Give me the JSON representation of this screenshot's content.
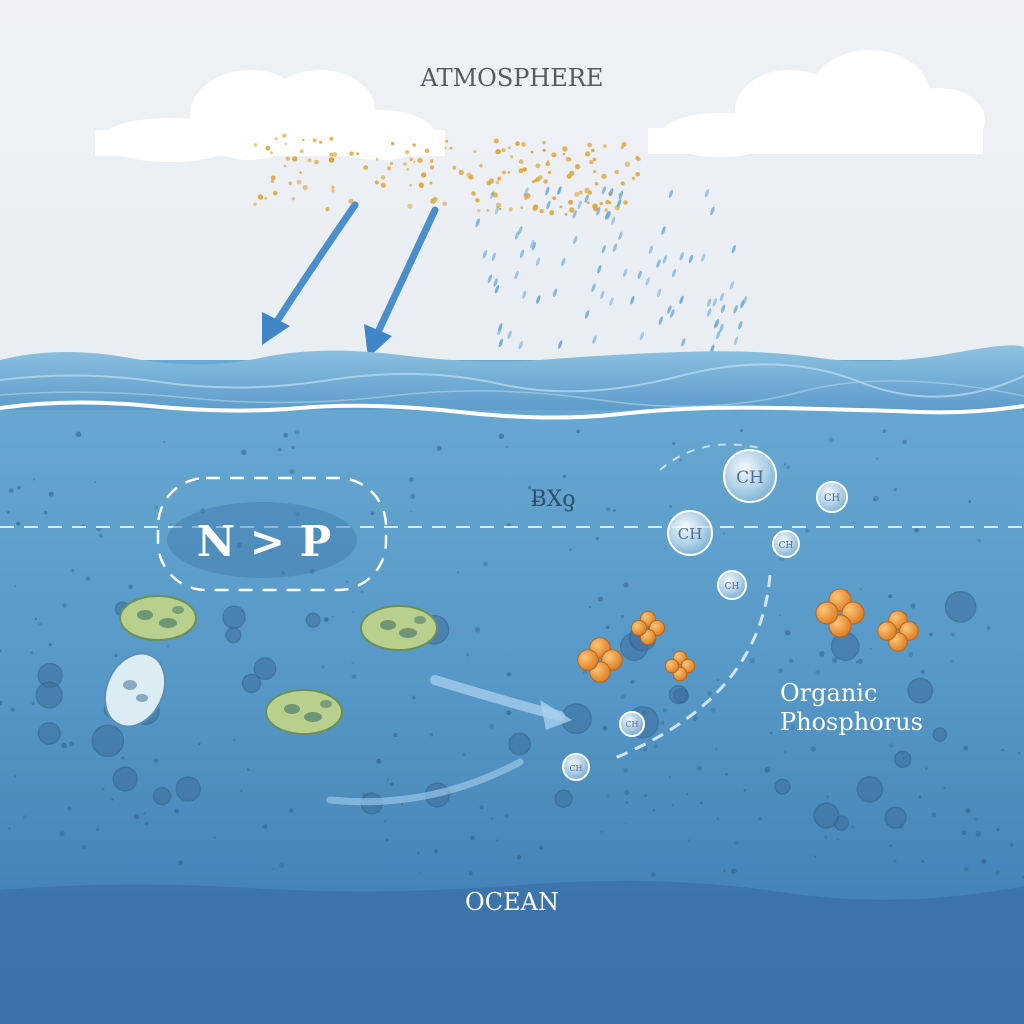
{
  "labels": {
    "atmosphere": "ATMOSPHERE",
    "ocean": "OCEAN",
    "ratio": "N > P",
    "scribble": "ɃXƍ",
    "organic_line1": "Organic",
    "organic_line2": "Phosphorus"
  },
  "bubbles": [
    "CH",
    "CH",
    "CH",
    "CH",
    "CH",
    "CH",
    "CH"
  ],
  "colors": {
    "sky": "#eef1f4",
    "ocean_surface": "#5f9fcc",
    "ocean_deep": "#2f6ea6",
    "dust": "#e0a63a",
    "rain": "#6aa8d8",
    "arrow": "#3f86c8",
    "plankton": "#b8cf8e",
    "phosphorus_cluster": "#e98c2f"
  }
}
